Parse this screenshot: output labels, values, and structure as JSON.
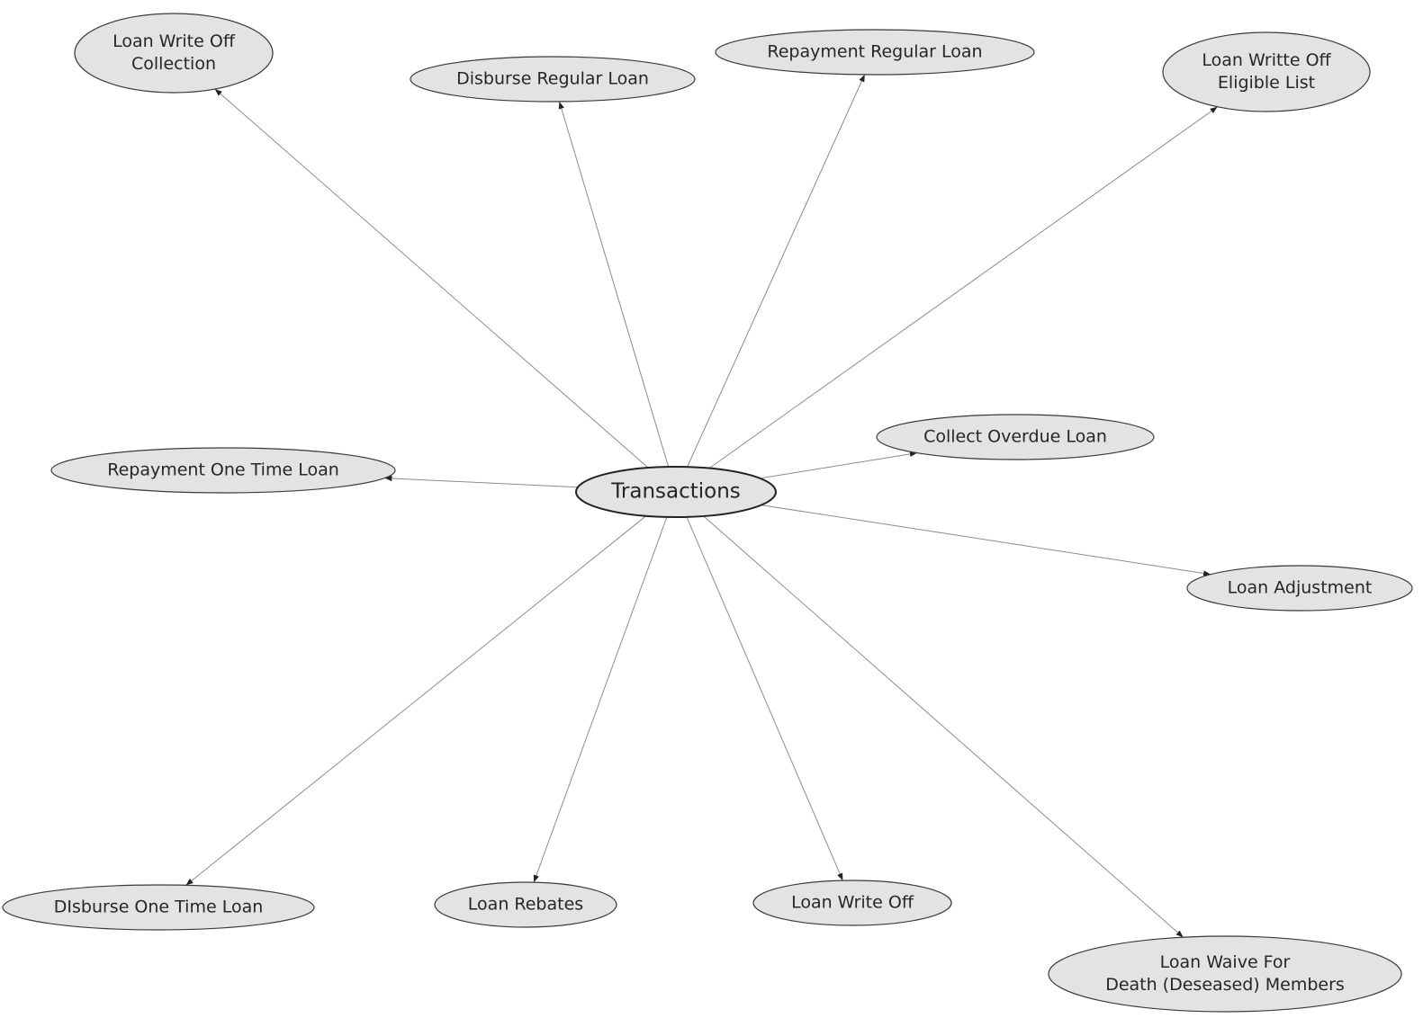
{
  "diagram": {
    "center": {
      "id": "transactions",
      "label": "Transactions"
    },
    "nodes": [
      {
        "id": "loan-write-off-collection",
        "lines": [
          "Loan Write Off",
          "Collection"
        ]
      },
      {
        "id": "disburse-regular-loan",
        "lines": [
          "Disburse Regular Loan"
        ]
      },
      {
        "id": "repayment-regular-loan",
        "lines": [
          "Repayment Regular Loan"
        ]
      },
      {
        "id": "loan-writte-off-eligible-list",
        "lines": [
          "Loan Writte Off",
          "Eligible List"
        ]
      },
      {
        "id": "collect-overdue-loan",
        "lines": [
          "Collect Overdue Loan"
        ]
      },
      {
        "id": "repayment-one-time-loan",
        "lines": [
          "Repayment One Time Loan"
        ]
      },
      {
        "id": "loan-adjustment",
        "lines": [
          "Loan Adjustment"
        ]
      },
      {
        "id": "disburse-one-time-loan",
        "lines": [
          "DIsburse One Time Loan"
        ]
      },
      {
        "id": "loan-rebates",
        "lines": [
          "Loan Rebates"
        ]
      },
      {
        "id": "loan-write-off",
        "lines": [
          "Loan Write Off"
        ]
      },
      {
        "id": "loan-waive-for-death-members",
        "lines": [
          "Loan Waive For",
          "Death (Deseased) Members"
        ]
      }
    ],
    "edges": [
      {
        "from": "transactions",
        "to": "loan-write-off-collection"
      },
      {
        "from": "transactions",
        "to": "disburse-regular-loan"
      },
      {
        "from": "transactions",
        "to": "repayment-regular-loan"
      },
      {
        "from": "transactions",
        "to": "loan-writte-off-eligible-list"
      },
      {
        "from": "transactions",
        "to": "collect-overdue-loan"
      },
      {
        "from": "transactions",
        "to": "repayment-one-time-loan"
      },
      {
        "from": "transactions",
        "to": "loan-adjustment"
      },
      {
        "from": "transactions",
        "to": "disburse-one-time-loan"
      },
      {
        "from": "transactions",
        "to": "loan-rebates"
      },
      {
        "from": "transactions",
        "to": "loan-write-off"
      },
      {
        "from": "transactions",
        "to": "loan-waive-for-death-members"
      }
    ]
  }
}
